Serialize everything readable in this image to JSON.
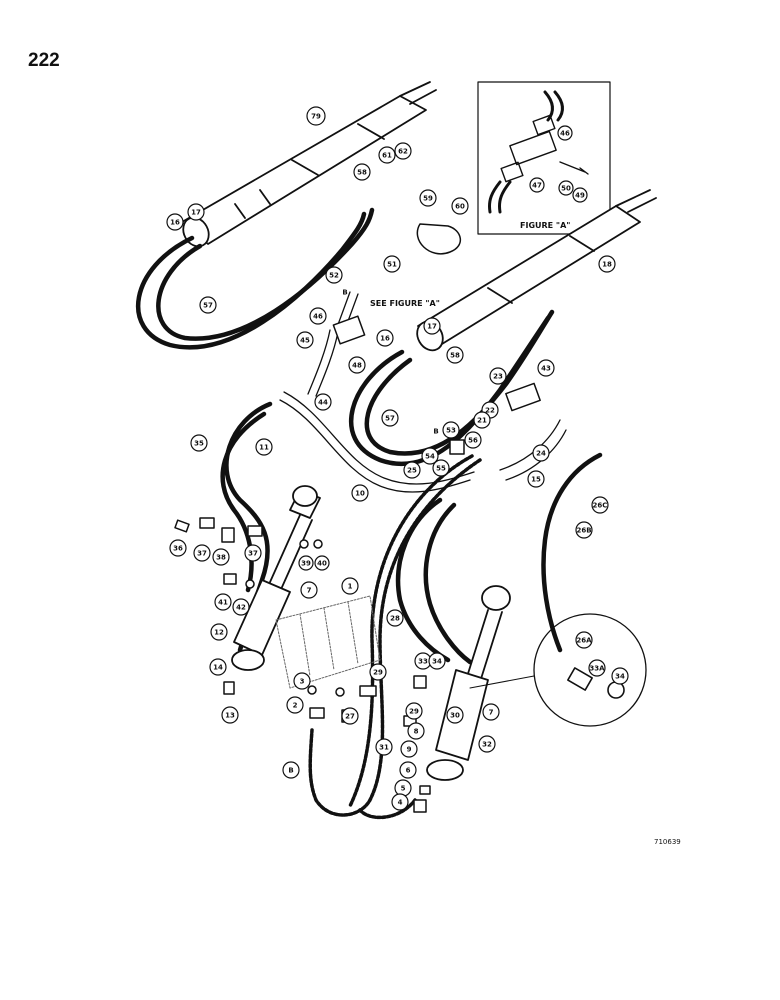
{
  "page_number": "222",
  "drawing_number": "710639",
  "labels": {
    "figure_a": "FIGURE \"A\"",
    "see_figure_a": "SEE FIGURE \"A\""
  },
  "callouts": [
    "79",
    "61",
    "62",
    "58",
    "17",
    "16",
    "57",
    "52",
    "51",
    "B",
    "46",
    "48",
    "45",
    "44",
    "59",
    "60",
    "46",
    "47",
    "50",
    "49",
    "18",
    "17",
    "16",
    "58",
    "43",
    "23",
    "22",
    "21",
    "53",
    "54",
    "55",
    "56",
    "24",
    "15",
    "57",
    "25",
    "10",
    "35",
    "11",
    "26C",
    "26B",
    "36",
    "37",
    "38",
    "37",
    "39",
    "40",
    "41",
    "42",
    "7",
    "1",
    "26A",
    "33A",
    "34",
    "12",
    "14",
    "13",
    "3",
    "2",
    "27",
    "28",
    "29",
    "33",
    "34",
    "29",
    "30",
    "31",
    "7",
    "8",
    "9",
    "32",
    "6",
    "5",
    "4",
    "B",
    "B"
  ]
}
